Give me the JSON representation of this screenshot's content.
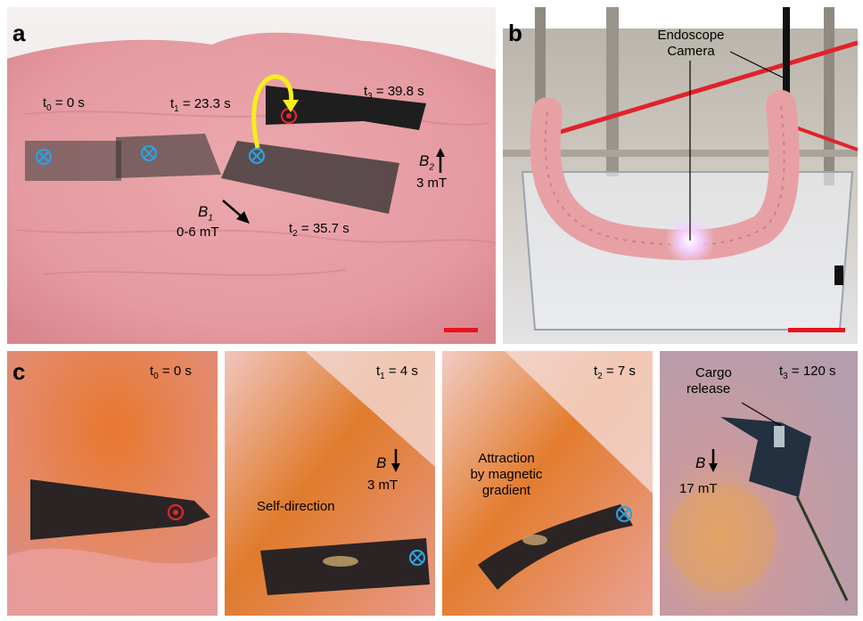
{
  "colors": {
    "tissue": "#e8a3a8",
    "tissue_dark": "#d9828c",
    "strip": "#2b2b2b",
    "marker_blue": "#2aa2e0",
    "marker_red": "#e0262f",
    "arrow_yellow": "#f5ee1a",
    "scalebar": "#e8121a",
    "endoscope_glow": "#f2d3ff"
  },
  "panel_a": {
    "label": "a",
    "t0": {
      "prefix": "t",
      "sub": "0",
      "value": " = 0 s"
    },
    "t1": {
      "prefix": "t",
      "sub": "1",
      "value": " = 23.3 s"
    },
    "t2": {
      "prefix": "t",
      "sub": "2",
      "value": " = 35.7 s"
    },
    "t3": {
      "prefix": "t",
      "sub": "3",
      "value": " = 39.8 s"
    },
    "b1": {
      "symbol": "B",
      "sub": "1",
      "range": "0-6 mT"
    },
    "b2": {
      "symbol": "B",
      "sub": "2",
      "value": "3 mT"
    },
    "icon_in": "into-page-marker-icon",
    "icon_out": "out-of-page-marker-icon"
  },
  "panel_b": {
    "label": "b",
    "annotation_line1": "Endoscope",
    "annotation_line2": "Camera"
  },
  "panel_c": {
    "label": "c",
    "frames": [
      {
        "prefix": "t",
        "sub": "0",
        "value": " = 0 s"
      },
      {
        "prefix": "t",
        "sub": "1",
        "value": " = 4 s",
        "caption": "Self-direction",
        "field_symbol": "B",
        "field_value": "3 mT"
      },
      {
        "prefix": "t",
        "sub": "2",
        "value": " = 7 s",
        "caption_lines": [
          "Attraction",
          "by magnetic",
          "gradient"
        ]
      },
      {
        "prefix": "t",
        "sub": "3",
        "value": " = 120 s",
        "caption_lines": [
          "Cargo",
          "release"
        ],
        "field_symbol": "B",
        "field_value": "17 mT"
      }
    ]
  }
}
